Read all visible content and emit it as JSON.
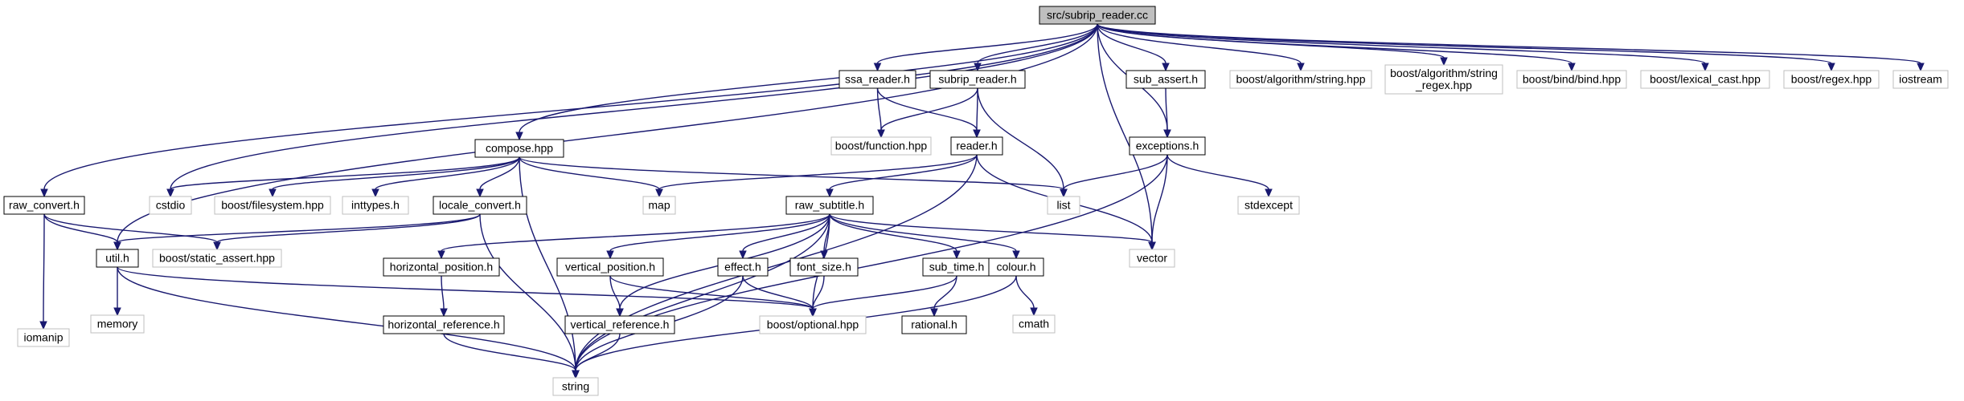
{
  "graph": {
    "nodes": [
      {
        "id": "root",
        "label": "src/subrip_reader.cc",
        "kind": "root"
      },
      {
        "id": "raw_convert_h",
        "label": "raw_convert.h",
        "kind": "documented"
      },
      {
        "id": "util_h",
        "label": "util.h",
        "kind": "documented"
      },
      {
        "id": "cstdio",
        "label": "cstdio",
        "kind": "external"
      },
      {
        "id": "compose_hpp",
        "label": "compose.hpp",
        "kind": "documented"
      },
      {
        "id": "ssa_reader_h",
        "label": "ssa_reader.h",
        "kind": "documented"
      },
      {
        "id": "subrip_reader_h",
        "label": "subrip_reader.h",
        "kind": "documented"
      },
      {
        "id": "vector",
        "label": "vector",
        "kind": "external"
      },
      {
        "id": "sub_assert_h",
        "label": "sub_assert.h",
        "kind": "documented"
      },
      {
        "id": "exceptions_h",
        "label": "exceptions.h",
        "kind": "documented"
      },
      {
        "id": "boost_algorithm_string_hpp",
        "label": "boost/algorithm/string.hpp",
        "kind": "external"
      },
      {
        "id": "boost_algorithm_string_regex_hpp",
        "label_lines": [
          "boost/algorithm/string",
          "_regex.hpp"
        ],
        "label": "boost/algorithm/string_regex.hpp",
        "kind": "external"
      },
      {
        "id": "boost_bind_bind_hpp",
        "label": "boost/bind/bind.hpp",
        "kind": "external"
      },
      {
        "id": "boost_lexical_cast_hpp",
        "label": "boost/lexical_cast.hpp",
        "kind": "external"
      },
      {
        "id": "boost_regex_hpp",
        "label": "boost/regex.hpp",
        "kind": "external"
      },
      {
        "id": "iostream",
        "label": "iostream",
        "kind": "external"
      },
      {
        "id": "iomanip",
        "label": "iomanip",
        "kind": "external"
      },
      {
        "id": "boost_static_assert_hpp",
        "label": "boost/static_assert.hpp",
        "kind": "external"
      },
      {
        "id": "memory",
        "label": "memory",
        "kind": "external"
      },
      {
        "id": "boost_optional_hpp",
        "label": "boost/optional.hpp",
        "kind": "external"
      },
      {
        "id": "string",
        "label": "string",
        "kind": "external"
      },
      {
        "id": "boost_filesystem_hpp",
        "label": "boost/filesystem.hpp",
        "kind": "external"
      },
      {
        "id": "inttypes_h",
        "label": "inttypes.h",
        "kind": "external"
      },
      {
        "id": "locale_convert_h",
        "label": "locale_convert.h",
        "kind": "documented"
      },
      {
        "id": "map",
        "label": "map",
        "kind": "external"
      },
      {
        "id": "list",
        "label": "list",
        "kind": "external"
      },
      {
        "id": "boost_function_hpp",
        "label": "boost/function.hpp",
        "kind": "external"
      },
      {
        "id": "reader_h",
        "label": "reader.h",
        "kind": "documented"
      },
      {
        "id": "raw_subtitle_h",
        "label": "raw_subtitle.h",
        "kind": "documented"
      },
      {
        "id": "horizontal_position_h",
        "label": "horizontal_position.h",
        "kind": "documented"
      },
      {
        "id": "horizontal_reference_h",
        "label": "horizontal_reference.h",
        "kind": "documented"
      },
      {
        "id": "vertical_position_h",
        "label": "vertical_position.h",
        "kind": "documented"
      },
      {
        "id": "vertical_reference_h",
        "label": "vertical_reference.h",
        "kind": "documented"
      },
      {
        "id": "effect_h",
        "label": "effect.h",
        "kind": "documented"
      },
      {
        "id": "font_size_h",
        "label": "font_size.h",
        "kind": "documented"
      },
      {
        "id": "sub_time_h",
        "label": "sub_time.h",
        "kind": "documented"
      },
      {
        "id": "rational_h",
        "label": "rational.h",
        "kind": "documented"
      },
      {
        "id": "colour_h",
        "label": "colour.h",
        "kind": "documented"
      },
      {
        "id": "cmath",
        "label": "cmath",
        "kind": "external"
      },
      {
        "id": "stdexcept",
        "label": "stdexcept",
        "kind": "external"
      }
    ],
    "edges": [
      [
        "root",
        "raw_convert_h"
      ],
      [
        "root",
        "util_h"
      ],
      [
        "root",
        "cstdio"
      ],
      [
        "root",
        "compose_hpp"
      ],
      [
        "root",
        "ssa_reader_h"
      ],
      [
        "root",
        "subrip_reader_h"
      ],
      [
        "root",
        "vector"
      ],
      [
        "root",
        "sub_assert_h"
      ],
      [
        "root",
        "exceptions_h"
      ],
      [
        "root",
        "boost_algorithm_string_hpp"
      ],
      [
        "root",
        "boost_algorithm_string_regex_hpp"
      ],
      [
        "root",
        "boost_bind_bind_hpp"
      ],
      [
        "root",
        "boost_lexical_cast_hpp"
      ],
      [
        "root",
        "boost_regex_hpp"
      ],
      [
        "root",
        "iostream"
      ],
      [
        "raw_convert_h",
        "iomanip"
      ],
      [
        "raw_convert_h",
        "util_h"
      ],
      [
        "raw_convert_h",
        "boost_static_assert_hpp"
      ],
      [
        "util_h",
        "memory"
      ],
      [
        "util_h",
        "boost_optional_hpp"
      ],
      [
        "util_h",
        "string"
      ],
      [
        "compose_hpp",
        "cstdio"
      ],
      [
        "compose_hpp",
        "boost_filesystem_hpp"
      ],
      [
        "compose_hpp",
        "inttypes_h"
      ],
      [
        "compose_hpp",
        "locale_convert_h"
      ],
      [
        "compose_hpp",
        "map"
      ],
      [
        "compose_hpp",
        "list"
      ],
      [
        "compose_hpp",
        "string"
      ],
      [
        "locale_convert_h",
        "util_h"
      ],
      [
        "locale_convert_h",
        "boost_static_assert_hpp"
      ],
      [
        "locale_convert_h",
        "string"
      ],
      [
        "ssa_reader_h",
        "boost_function_hpp"
      ],
      [
        "ssa_reader_h",
        "reader_h"
      ],
      [
        "subrip_reader_h",
        "boost_function_hpp"
      ],
      [
        "subrip_reader_h",
        "reader_h"
      ],
      [
        "subrip_reader_h",
        "list"
      ],
      [
        "reader_h",
        "map"
      ],
      [
        "reader_h",
        "raw_subtitle_h"
      ],
      [
        "reader_h",
        "vector"
      ],
      [
        "reader_h",
        "string"
      ],
      [
        "raw_subtitle_h",
        "horizontal_position_h"
      ],
      [
        "raw_subtitle_h",
        "vertical_position_h"
      ],
      [
        "raw_subtitle_h",
        "effect_h"
      ],
      [
        "raw_subtitle_h",
        "font_size_h"
      ],
      [
        "raw_subtitle_h",
        "sub_time_h"
      ],
      [
        "raw_subtitle_h",
        "colour_h"
      ],
      [
        "raw_subtitle_h",
        "vector"
      ],
      [
        "raw_subtitle_h",
        "boost_optional_hpp"
      ],
      [
        "raw_subtitle_h",
        "string"
      ],
      [
        "raw_subtitle_h",
        "vertical_reference_h"
      ],
      [
        "horizontal_position_h",
        "horizontal_reference_h"
      ],
      [
        "horizontal_reference_h",
        "string"
      ],
      [
        "vertical_position_h",
        "vertical_reference_h"
      ],
      [
        "vertical_position_h",
        "boost_optional_hpp"
      ],
      [
        "vertical_reference_h",
        "string"
      ],
      [
        "effect_h",
        "boost_optional_hpp"
      ],
      [
        "effect_h",
        "string"
      ],
      [
        "font_size_h",
        "boost_optional_hpp"
      ],
      [
        "sub_time_h",
        "rational_h"
      ],
      [
        "sub_time_h",
        "boost_optional_hpp"
      ],
      [
        "colour_h",
        "cmath"
      ],
      [
        "colour_h",
        "string"
      ],
      [
        "sub_assert_h",
        "exceptions_h"
      ],
      [
        "exceptions_h",
        "list"
      ],
      [
        "exceptions_h",
        "stdexcept"
      ],
      [
        "exceptions_h",
        "vector"
      ],
      [
        "exceptions_h",
        "string"
      ]
    ]
  }
}
